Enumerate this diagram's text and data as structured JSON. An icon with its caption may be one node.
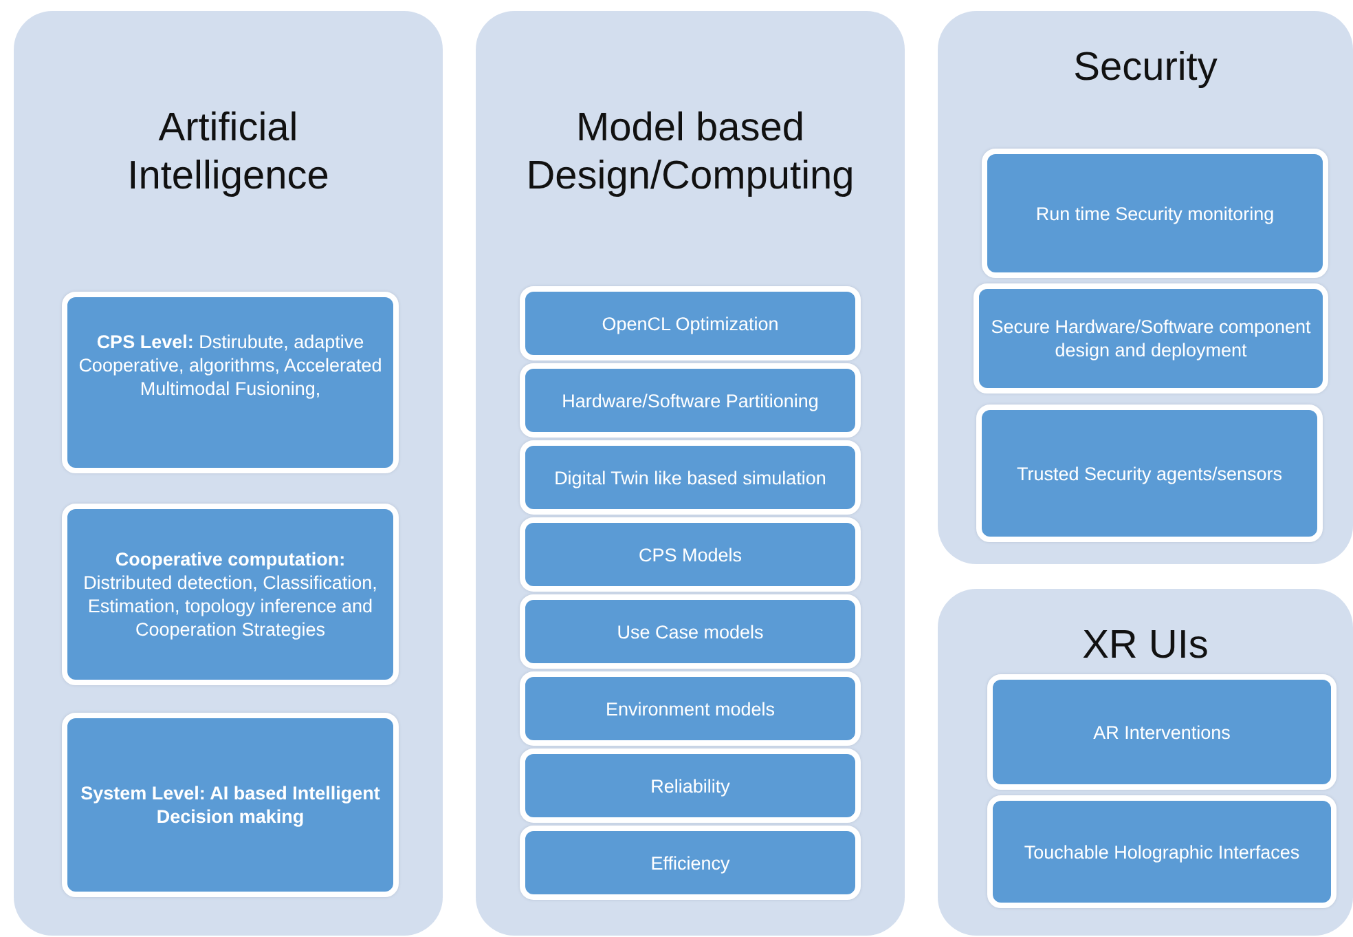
{
  "diagram": {
    "nodes": [
      {
        "text": [
          "Artificial Intelligence"
        ]
      },
      {
        "text": [
          "**CPS Level:** Dstirubute, adaptive Cooperative, algorithms, Accelerated Multimodal Fusioning,"
        ],
        "in": 0
      },
      {
        "text": [
          "**Cooperative computation:** Distributed detection, Classification, Estimation, topology inference and Cooperation Strategies"
        ],
        "in": 0
      },
      {
        "text": [
          "System Level: AI based Intelligent Decision making"
        ],
        "in": 0
      },
      {
        "text": [
          "Model based Design/Computing"
        ]
      },
      {
        "text": [
          "OpenCL Optimization"
        ],
        "in": 4
      },
      {
        "text": [
          "Hardware/Software Partitioning"
        ],
        "in": 4
      },
      {
        "text": [
          "Digital Twin like based simulation"
        ],
        "in": 4
      },
      {
        "text": [
          "CPS Models"
        ],
        "in": 4
      },
      {
        "text": [
          "Use Case models"
        ],
        "in": 4
      },
      {
        "text": [
          "Environment models"
        ],
        "in": 4
      },
      {
        "text": [
          "Reliability"
        ],
        "in": 4
      },
      {
        "text": [
          "Efficiency"
        ],
        "in": 4
      },
      {
        "text": [
          "Security"
        ]
      },
      {
        "text": [
          "Run time Security monitoring"
        ],
        "in": 13
      },
      {
        "text": [
          "Secure Hardware/Software component design and deployment"
        ],
        "in": 13
      },
      {
        "text": [
          "Trusted Security agents/sensors"
        ],
        "in": 13
      },
      {
        "text": [
          "XR UIs"
        ]
      },
      {
        "text": [
          "AR Interventions"
        ],
        "in": 17
      },
      {
        "text": [
          "Touchable Holographic Interfaces"
        ],
        "in": 17
      }
    ]
  }
}
